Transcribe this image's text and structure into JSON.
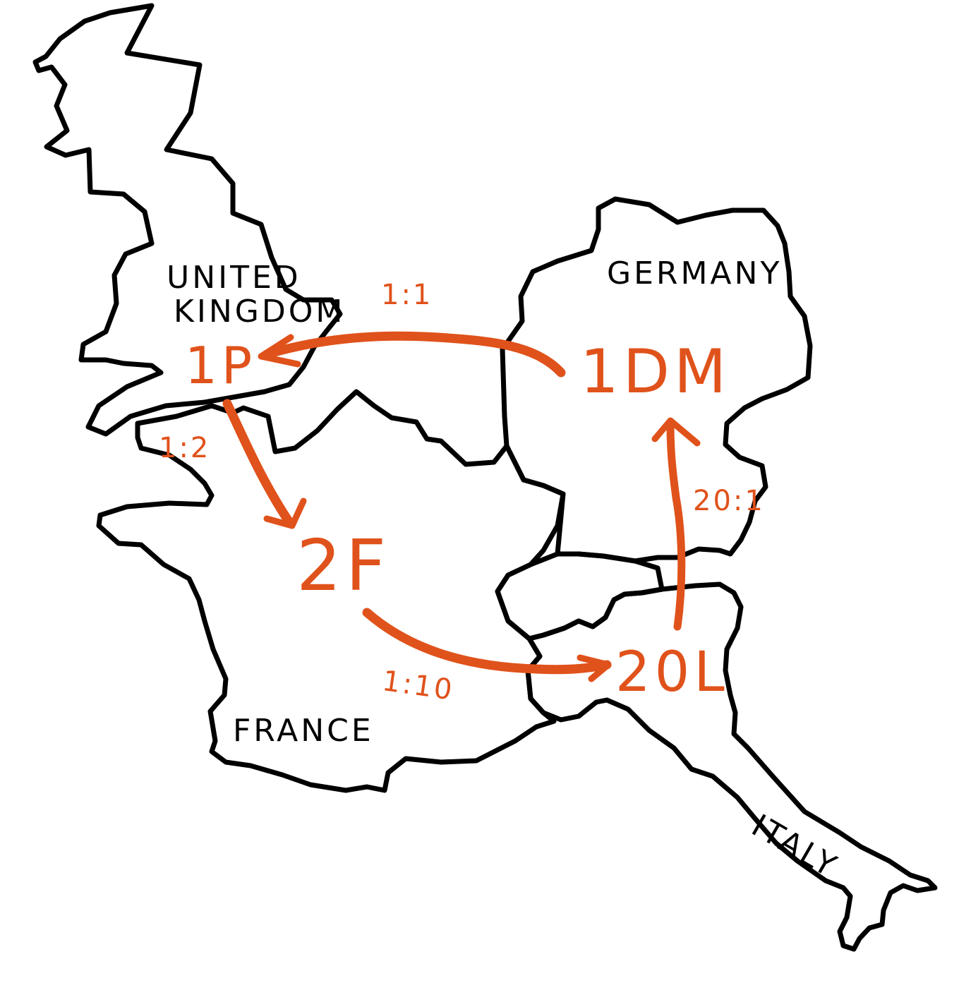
{
  "colors": {
    "ink": "#000000",
    "accent": "#e0521b",
    "background": "#ffffff"
  },
  "countries": {
    "uk_line1": "UNITED",
    "uk_line2": "KINGDOM",
    "germany": "GERMANY",
    "france": "FRANCE",
    "italy": "ITALY"
  },
  "currencies": {
    "uk": "1P",
    "germany": "1DM",
    "france": "2F",
    "italy": "20L"
  },
  "rates": {
    "germany_to_uk": "1:1",
    "uk_to_france": "1:2",
    "france_to_italy": "1:10",
    "italy_to_germany": "20:1"
  }
}
